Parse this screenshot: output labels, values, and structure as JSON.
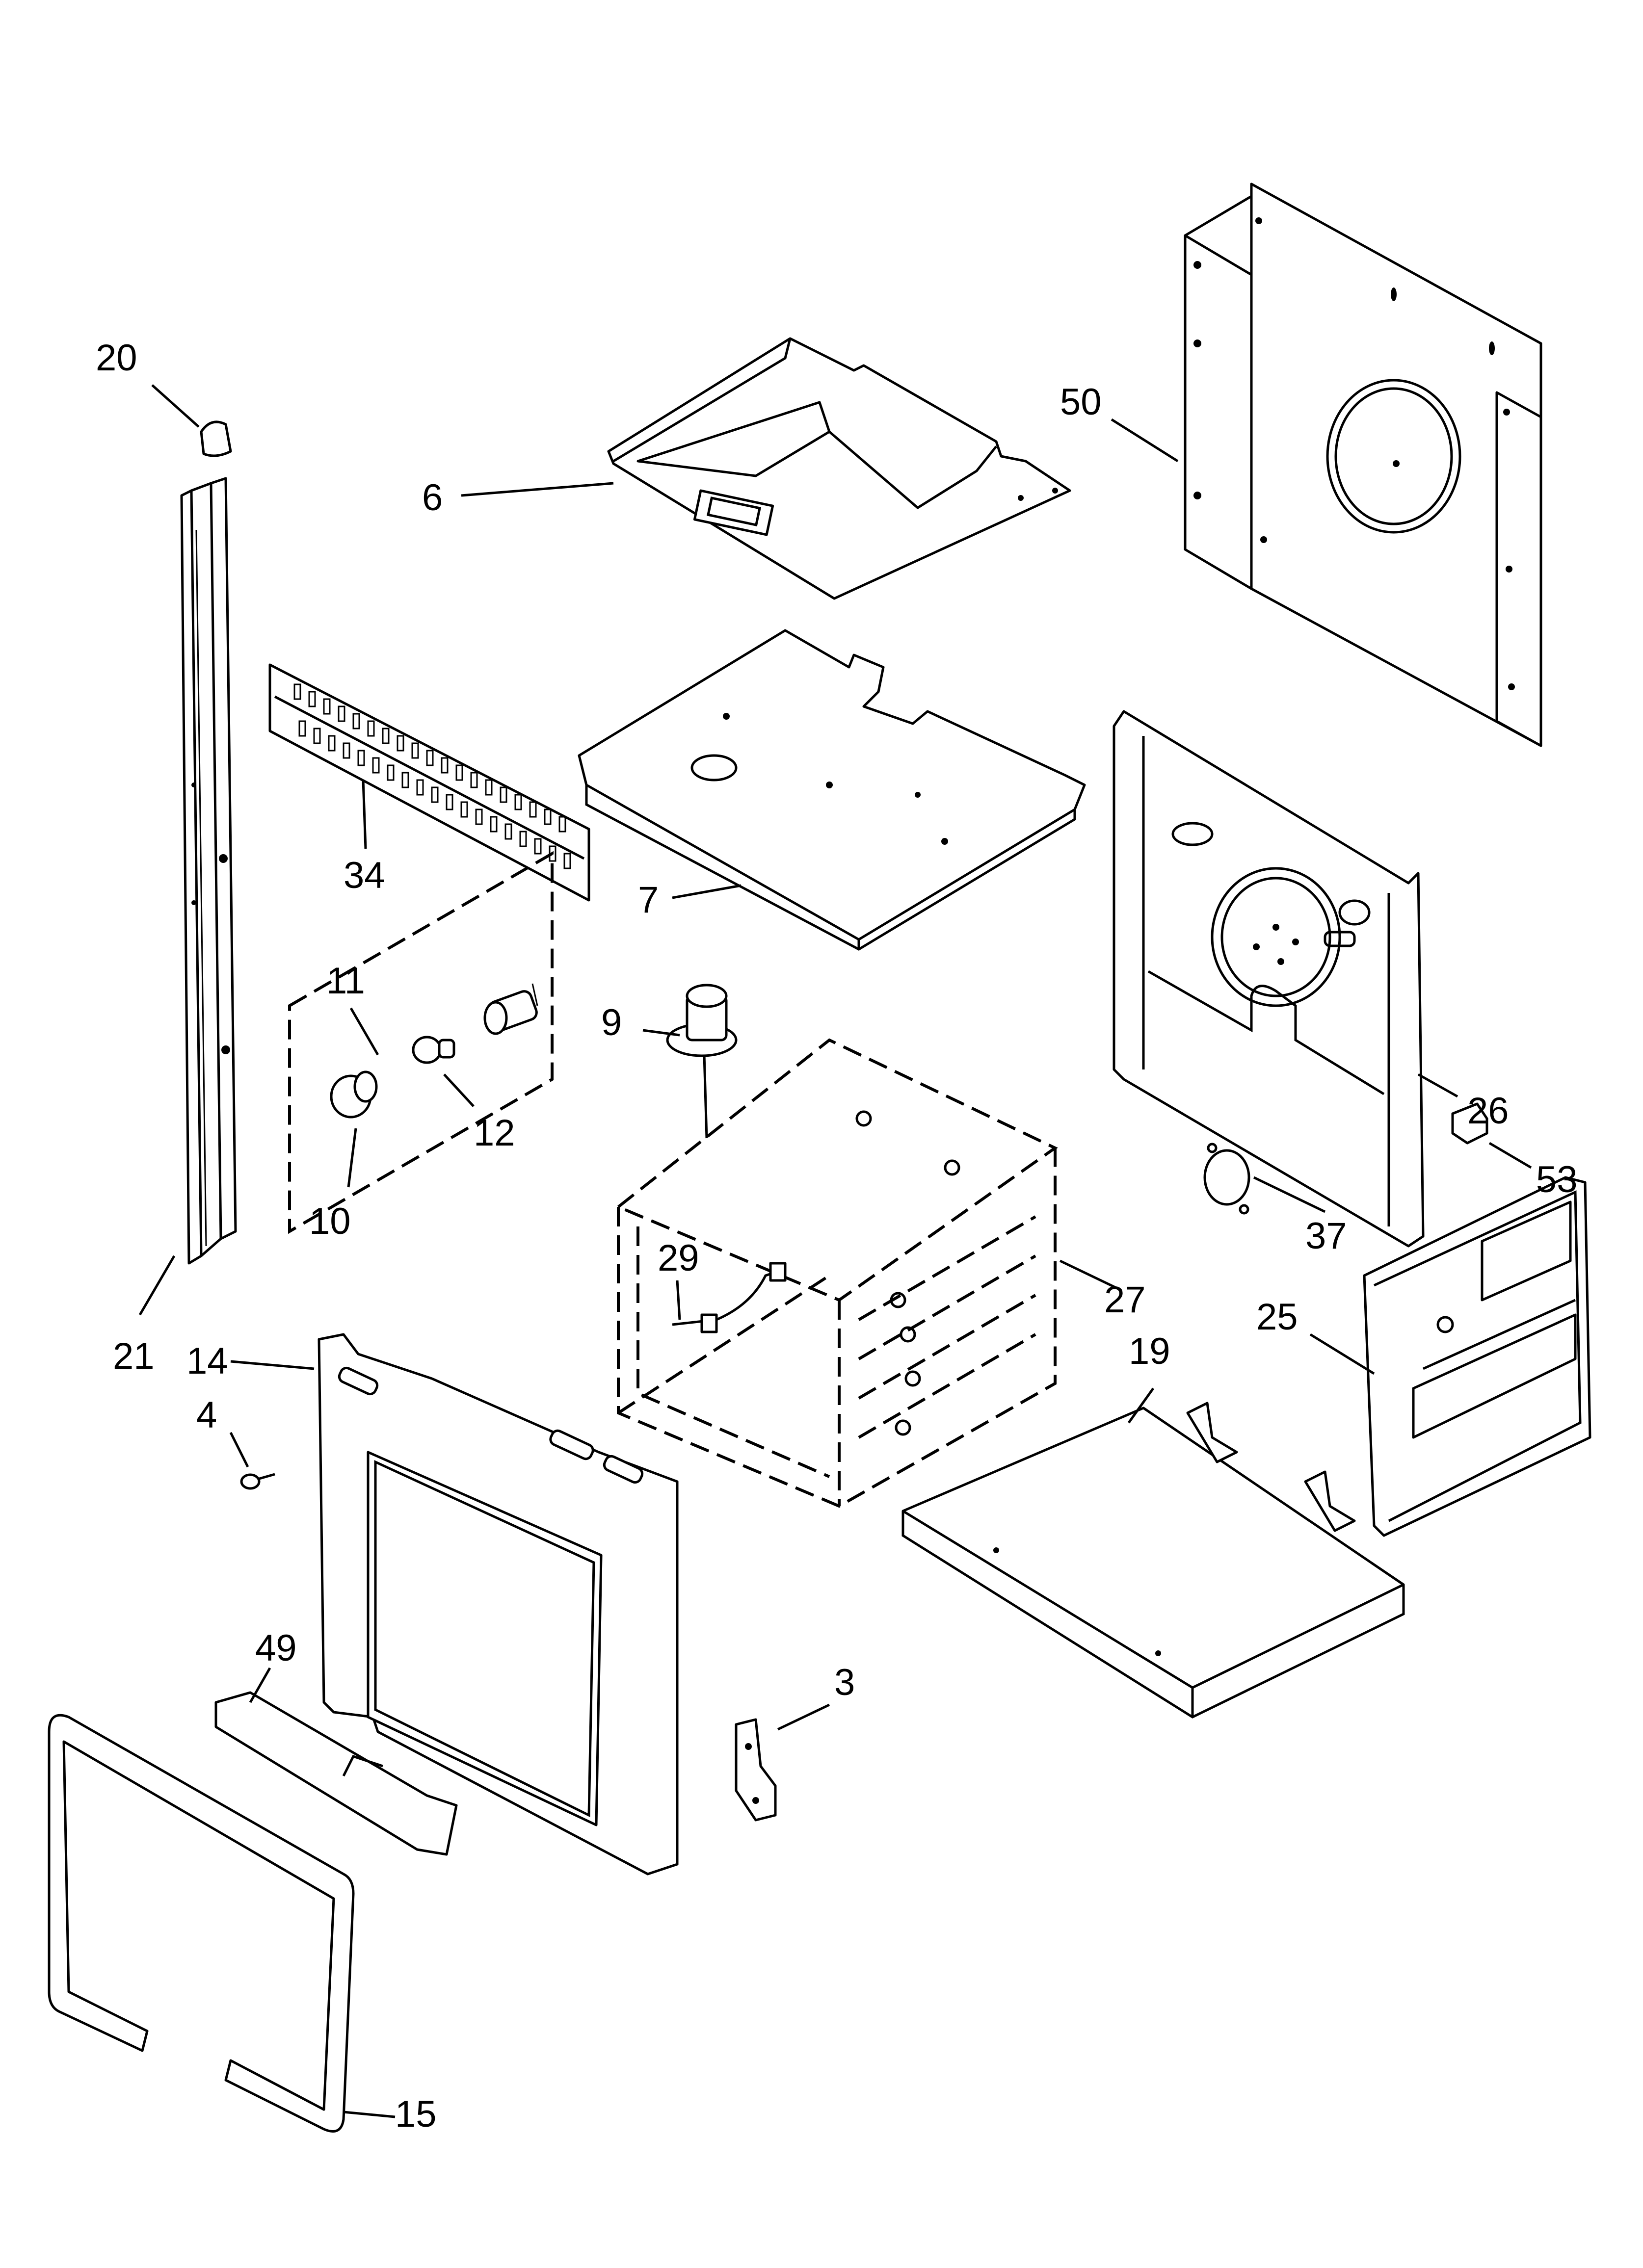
{
  "diagram": {
    "callouts": [
      {
        "id": "c-20",
        "label": "20"
      },
      {
        "id": "c-6",
        "label": "6"
      },
      {
        "id": "c-50",
        "label": "50"
      },
      {
        "id": "c-34",
        "label": "34"
      },
      {
        "id": "c-7",
        "label": "7"
      },
      {
        "id": "c-11",
        "label": "11"
      },
      {
        "id": "c-9",
        "label": "9"
      },
      {
        "id": "c-12",
        "label": "12"
      },
      {
        "id": "c-10",
        "label": "10"
      },
      {
        "id": "c-53",
        "label": "53"
      },
      {
        "id": "c-26",
        "label": "26"
      },
      {
        "id": "c-37",
        "label": "37"
      },
      {
        "id": "c-29",
        "label": "29"
      },
      {
        "id": "c-27",
        "label": "27"
      },
      {
        "id": "c-21",
        "label": "21"
      },
      {
        "id": "c-14",
        "label": "14"
      },
      {
        "id": "c-4",
        "label": "4"
      },
      {
        "id": "c-19",
        "label": "19"
      },
      {
        "id": "c-25",
        "label": "25"
      },
      {
        "id": "c-49",
        "label": "49"
      },
      {
        "id": "c-3",
        "label": "3"
      },
      {
        "id": "c-15",
        "label": "15"
      }
    ]
  }
}
